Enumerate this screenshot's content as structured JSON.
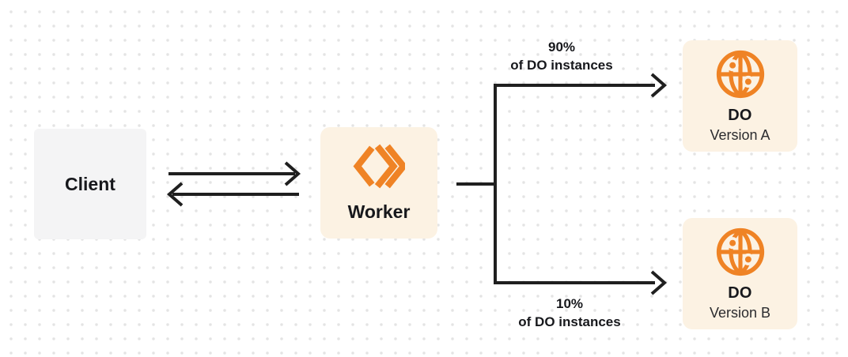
{
  "colors": {
    "background": "#ffffff",
    "dot_grid": "#e4e4e4",
    "line": "#1f1f1f",
    "accent_orange": "#ef8325",
    "box_cream": "#fcf2e3",
    "box_gray": "#f4f4f5",
    "text_dark": "#17181c",
    "text_sub": "#2b2b2e"
  },
  "nodes": {
    "client": {
      "label": "Client"
    },
    "worker": {
      "label": "Worker",
      "icon": "workers-chevron-icon"
    },
    "do_version_a": {
      "title": "DO",
      "subtitle": "Version A",
      "icon": "globe-icon"
    },
    "do_version_b": {
      "title": "DO",
      "subtitle": "Version B",
      "icon": "globe-icon"
    }
  },
  "edge_labels": {
    "top": {
      "percent": "90%",
      "caption": "of DO instances"
    },
    "bottom": {
      "percent": "10%",
      "caption": "of DO instances"
    }
  }
}
